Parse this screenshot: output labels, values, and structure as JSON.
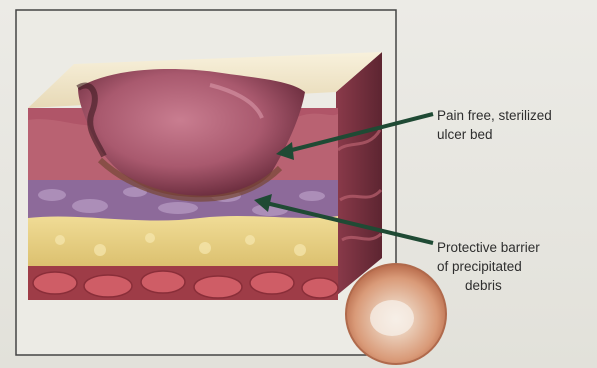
{
  "caption": {
    "text": ""
  },
  "labels": {
    "ulcer_bed": [
      "Pain free, sterilized",
      "ulcer bed"
    ],
    "barrier": [
      "Protective barrier",
      "of precipitated",
      "debris"
    ]
  },
  "colors": {
    "background": "#e9e8e3",
    "frame": "#444444",
    "arrow": "#1f4a34",
    "skin_top": "#f3ead2",
    "ulcer_bed": "#b86a7e",
    "fat_layer": "#e9d48a",
    "muscle": "#c2525a",
    "inset_circle": "#d79a74"
  }
}
